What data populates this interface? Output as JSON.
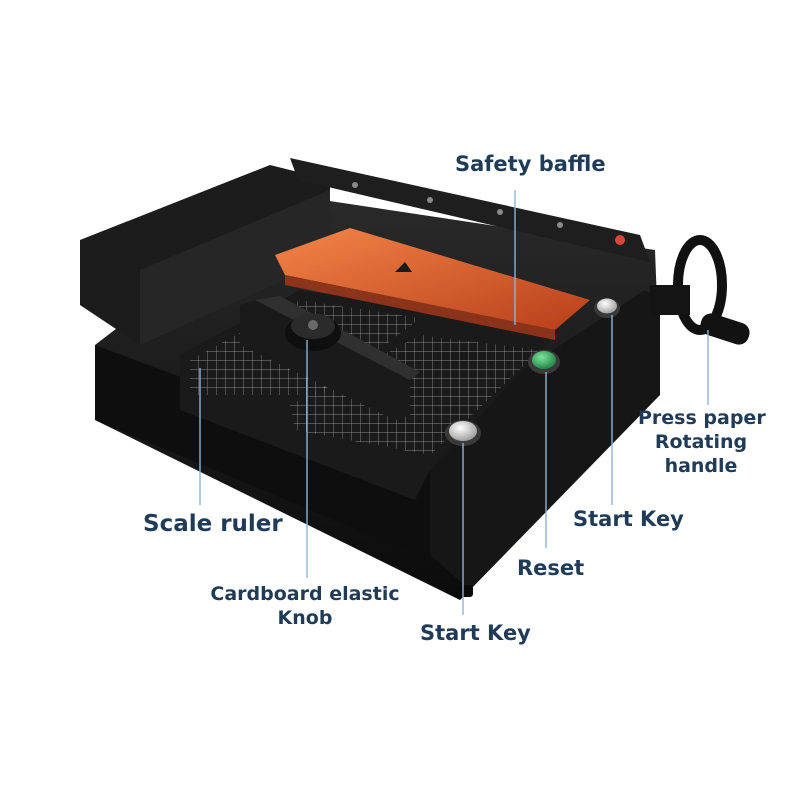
{
  "labels": {
    "safety_baffle": "Safety baffle",
    "press_paper_1": "Press paper",
    "press_paper_2": "Rotating",
    "press_paper_3": "handle",
    "start_key_right": "Start Key",
    "scale_ruler": "Scale ruler",
    "reset": "Reset",
    "knob_1": "Cardboard elastic",
    "knob_2": "Knob",
    "start_key_bottom": "Start Key"
  },
  "colors": {
    "label_text": "#1f3b57",
    "leader_line": "#8fb3d6",
    "machine_body": "#121212",
    "safety_cover": "#e8622a",
    "reset_button": "#2fa35a",
    "start_button": "#d9d9d9"
  }
}
